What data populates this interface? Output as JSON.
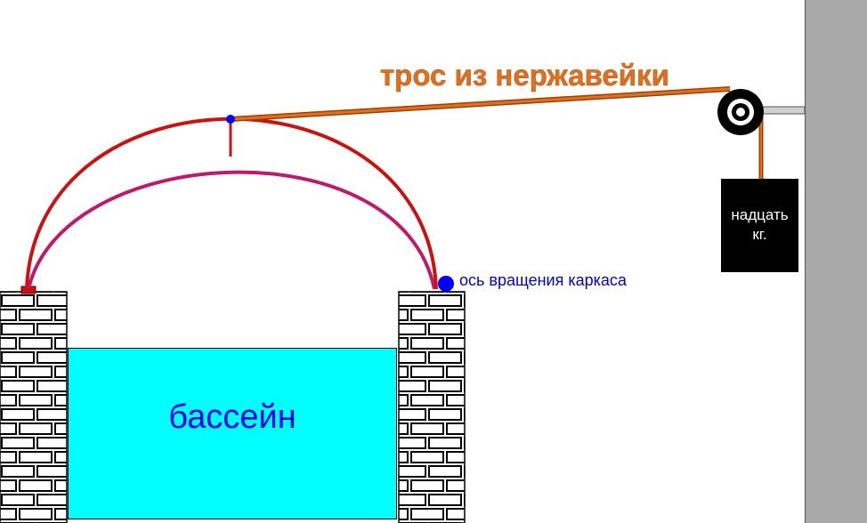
{
  "labels": {
    "pool": "бассейн",
    "cable": "трос из нержавейки",
    "rotation_axis": "ось вращения каркаса",
    "weight_line1": "надцать",
    "weight_line2": "кг."
  },
  "colors": {
    "pool_fill": "#00ffff",
    "cable": "#e07020",
    "outer_arch": "#cc1111",
    "inner_arch": "#c0186a",
    "axis_dot": "#0000ff",
    "wall": "#a9a9a9",
    "weight": "#000000"
  }
}
